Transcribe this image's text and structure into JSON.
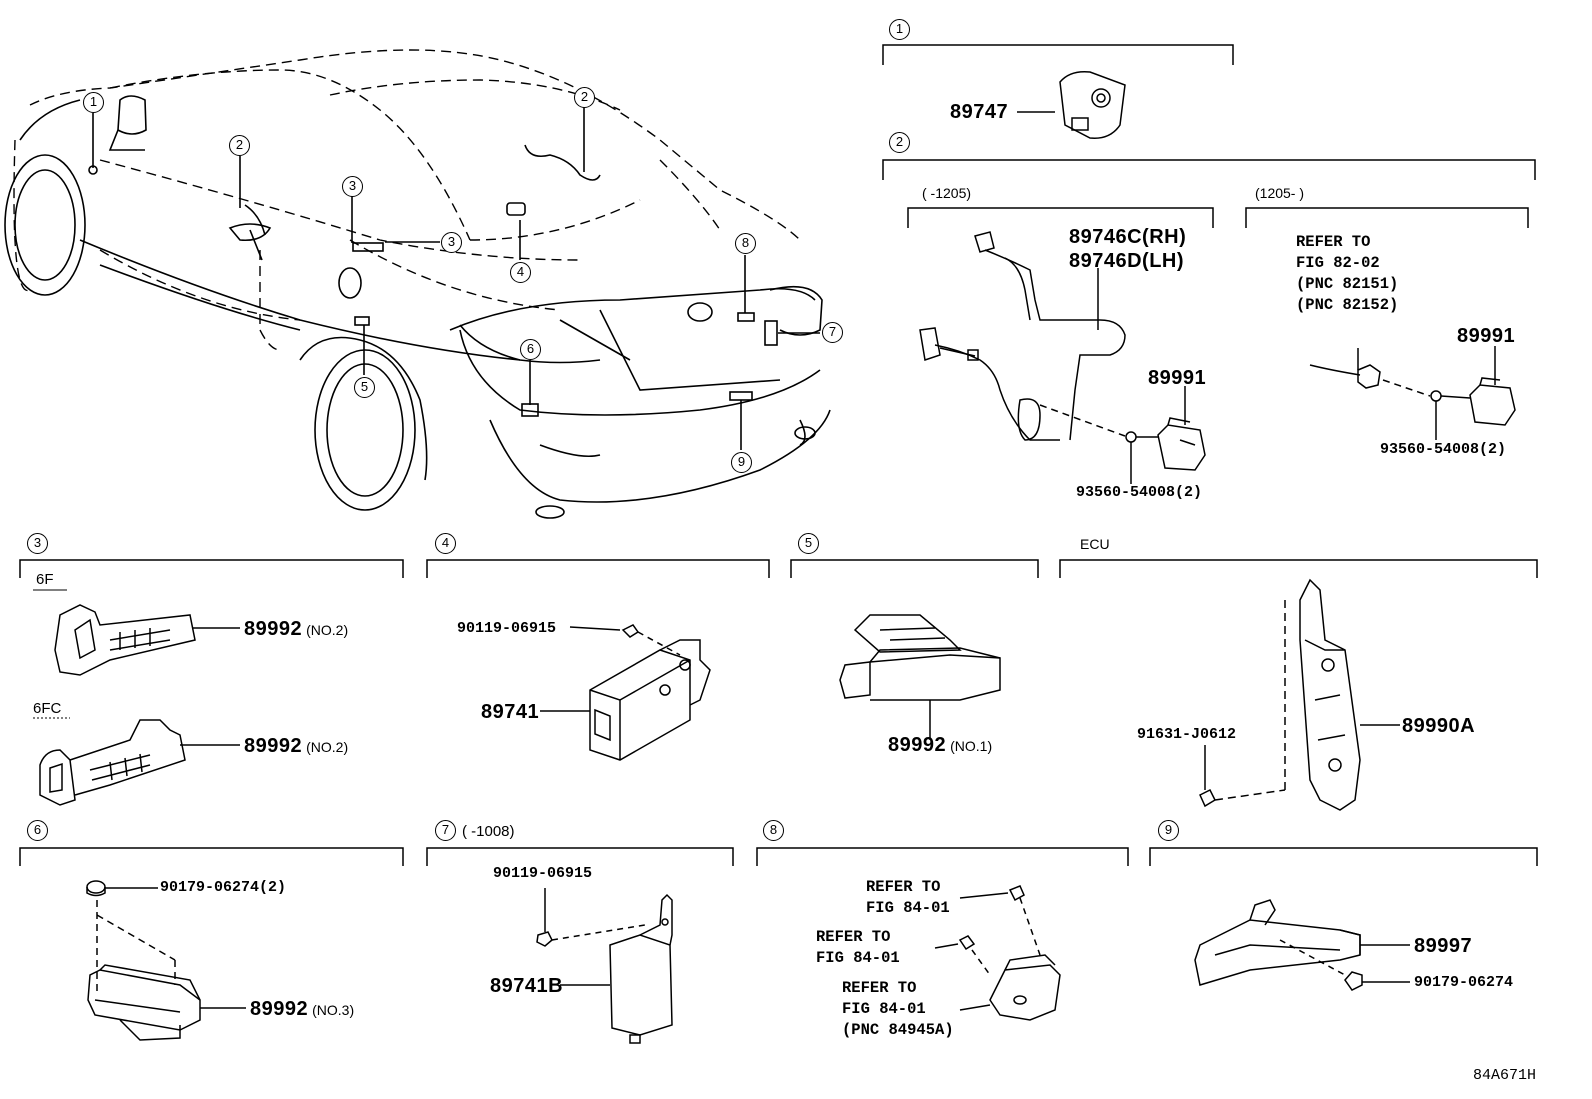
{
  "sections": {
    "s1": {
      "num": "1"
    },
    "s2": {
      "num": "2",
      "left_range": "(       -1205)",
      "right_range": "(1205-       )"
    },
    "s3": {
      "num": "3",
      "variant_a": "6F",
      "variant_b": "6FC"
    },
    "s4": {
      "num": "4"
    },
    "s5": {
      "num": "5"
    },
    "s_ecu": {
      "title": "ECU"
    },
    "s6": {
      "num": "6"
    },
    "s7": {
      "num": "7",
      "range": "(       -1008)"
    },
    "s8": {
      "num": "8"
    },
    "s9": {
      "num": "9"
    }
  },
  "car_callouts": [
    "1",
    "2",
    "2",
    "3",
    "3",
    "4",
    "5",
    "6",
    "7",
    "8",
    "9"
  ],
  "parts": {
    "p89747": "89747",
    "p89746c": "89746C(RH)",
    "p89746d": "89746D(LH)",
    "p89991_a": "89991",
    "p93560_a": "93560-54008(2)",
    "refer_a": [
      "REFER TO",
      "FIG 82-02",
      "(PNC 82151)",
      "(PNC 82152)"
    ],
    "p89991_b": "89991",
    "p93560_b": "93560-54008(2)",
    "p89992_no2_a": "89992",
    "p89992_no2_a_note": "(NO.2)",
    "p89992_no2_b": "89992",
    "p89992_no2_b_note": "(NO.2)",
    "p90119_a": "90119-06915",
    "p89741": "89741",
    "p89992_no1": "89992",
    "p89992_no1_note": "(NO.1)",
    "p91631": "91631-J0612",
    "p89990a": "89990A",
    "p90179_a": "90179-06274(2)",
    "p89992_no3": "89992",
    "p89992_no3_note": "(NO.3)",
    "p90119_b": "90119-06915",
    "p89741b": "89741B",
    "refer_b": [
      "REFER TO",
      "FIG 84-01"
    ],
    "refer_c": [
      "REFER TO",
      "FIG 84-01"
    ],
    "refer_d": [
      "REFER TO",
      "FIG 84-01",
      "(PNC 84945A)"
    ],
    "p89997": "89997",
    "p90179_b": "90179-06274"
  },
  "figure_code": "84A671H"
}
